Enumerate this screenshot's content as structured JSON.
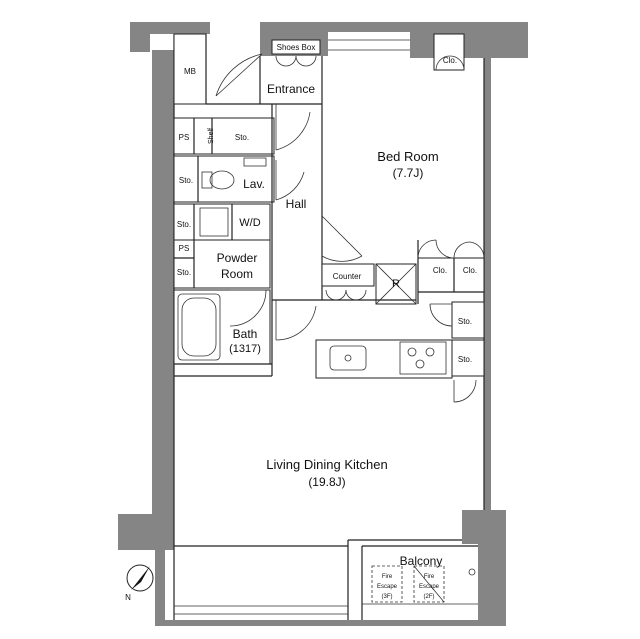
{
  "rooms": {
    "entrance": "Entrance",
    "shoes_box": "Shoes Box",
    "mb": "MB",
    "bed_room": "Bed Room",
    "bed_room_size": "(7.7J)",
    "hall": "Hall",
    "lav": "Lav.",
    "wd": "W/D",
    "powder_room_1": "Powder",
    "powder_room_2": "Room",
    "bath": "Bath",
    "bath_size": "(1317)",
    "counter": "Counter",
    "refrigerator": "R",
    "ldk": "Living Dining Kitchen",
    "ldk_size": "(19.8J)",
    "balcony": "Balcony"
  },
  "storage": {
    "sto": "Sto.",
    "clo": "Clo.",
    "ps": "PS",
    "shelf": "Shelf"
  },
  "fire_escape": {
    "line1": "Fire",
    "line2": "Escape",
    "floor_3f": "(3F)",
    "floor_2f": "(2F)"
  },
  "compass": {
    "north": "N"
  },
  "colors": {
    "wall": "#858585",
    "line": "#222222",
    "background": "#ffffff"
  }
}
